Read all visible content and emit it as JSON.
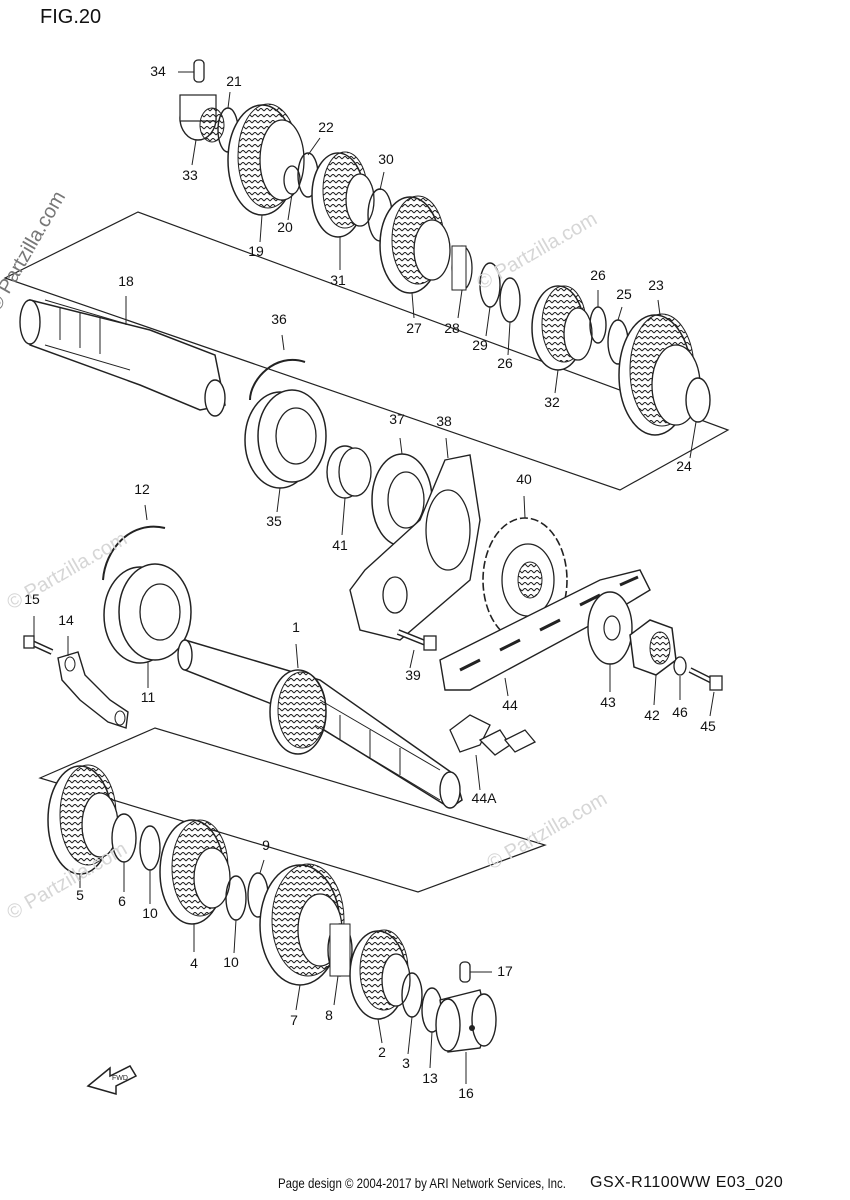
{
  "figure": {
    "title": "FIG.20",
    "footer_credit": "Page design © 2004-2017 by ARI Network Services, Inc.",
    "footer_model": "GSX-R1100WW   E03_020",
    "watermark": "© Partzilla.com",
    "fwd_label": "FWD"
  },
  "callouts": [
    "34",
    "21",
    "22",
    "33",
    "30",
    "20",
    "19",
    "31",
    "18",
    "27",
    "28",
    "29",
    "26",
    "25",
    "23",
    "26",
    "32",
    "24",
    "36",
    "37",
    "38",
    "35",
    "41",
    "40",
    "12",
    "15",
    "14",
    "1",
    "39",
    "44",
    "43",
    "42",
    "46",
    "45",
    "11",
    "44A",
    "9",
    "5",
    "6",
    "10",
    "4",
    "10",
    "7",
    "8",
    "17",
    "2",
    "3",
    "13",
    "16"
  ]
}
